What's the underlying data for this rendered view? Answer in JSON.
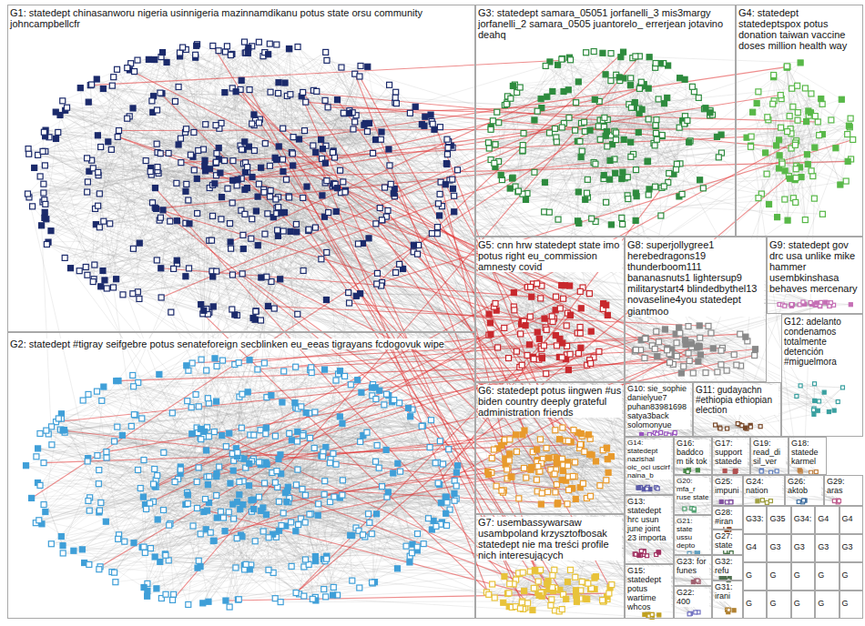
{
  "diagram": {
    "nodes": [
      {
        "text": [
          "G1: statedept chinasanworu nigeria usinnigeria mazinnamdikanu potus state orsu community johncampbellcfr"
        ]
      },
      {
        "text": [
          "G2: statedept #tigray seifgebre potus senateforeign secblinken eu_eeas tigrayans fcdogovuk wipe"
        ]
      },
      {
        "text": [
          "G3: statedept samara_05051 jorfanelli_3 mis3margy jorfanelli_2 samara_0505 juantorelo_ errerjean jotavino deahq"
        ]
      },
      {
        "text": [
          "G4: statedept statedeptspox potus donation taiwan vaccine doses million health way"
        ]
      },
      {
        "text": [
          "G5: cnn hrw statedept state imo potus right eu_commission amnesty covid"
        ]
      },
      {
        "text": [
          "G6: statedept potus iingwen #us biden country deeply grateful administration friends"
        ]
      },
      {
        "text": [
          "G7: usembassywarsaw usambpoland krzysztofbosak statedept nie ma treści profile nich interesujących"
        ]
      },
      {
        "text": [
          "G8: superjollygree1 herebedragons19 thunderboom111 bananasnuts1 lightersup9 militarystart4 blindedbythel13 novaseline4you statedept giantmoo"
        ]
      },
      {
        "text": [
          "G9: statedept gov drc usa unlike mike hammer usembkinshasa behaves mercenary"
        ]
      },
      {
        "text": [
          "G10: sie_sophie danielyue7 puhan83981698 satya3back solomonyue"
        ]
      },
      {
        "text": [
          "G11: gudayachn #ethiopia ethiopian election"
        ]
      },
      {
        "text": [
          "G12: adelanto condenamos totalmente detención #miguelmora"
        ]
      },
      {
        "text": [
          "G14: statedept nazishal oic_oci uscirf naina_b"
        ]
      },
      {
        "text": [
          "G13: statedept hrc usun june joint 23 importa"
        ]
      },
      {
        "text": [
          "G15: statedept potus wartime whcos"
        ]
      },
      {
        "text": [
          "G16: baddcom tik tok"
        ]
      },
      {
        "text": [
          "G17: support statede"
        ]
      },
      {
        "text": [
          "G19: read_di sil_ver"
        ]
      },
      {
        "text": [
          "G18: statede karmel"
        ]
      },
      {
        "text": [
          "G20: mfa_r ruse state"
        ]
      },
      {
        "text": [
          "G25: impuni"
        ]
      },
      {
        "text": [
          "G24: nation"
        ]
      },
      {
        "text": [
          "G26: aktob"
        ]
      },
      {
        "text": [
          "G29: aras"
        ]
      },
      {
        "text": [
          "G21: state ussu depto"
        ]
      },
      {
        "text": [
          "G28: #iran"
        ]
      },
      {
        "text": [
          "G27: state"
        ]
      },
      {
        "text": [
          "G23: for funes"
        ]
      },
      {
        "text": [
          "G32: refu"
        ]
      },
      {
        "text": [
          "G22: 400"
        ]
      },
      {
        "text": [
          "G31: irani"
        ]
      },
      {
        "text": [
          "G33:"
        ]
      },
      {
        "text": [
          "G35"
        ]
      },
      {
        "text": [
          "G34:"
        ]
      },
      {
        "text": [
          "G4"
        ]
      },
      {
        "text": [
          "G4"
        ]
      },
      {
        "text": [
          "G4"
        ]
      },
      {
        "text": [
          "G3"
        ]
      },
      {
        "text": [
          "G3"
        ]
      },
      {
        "text": [
          "G3"
        ]
      },
      {
        "text": [
          "G3"
        ]
      },
      {
        "text": [
          "G"
        ]
      },
      {
        "text": [
          "G"
        ]
      },
      {
        "text": [
          "G"
        ]
      },
      {
        "text": [
          "G"
        ]
      },
      {
        "text": [
          "G"
        ]
      },
      {
        "text": [
          "G"
        ]
      },
      {
        "text": [
          "G"
        ]
      },
      {
        "text": [
          "G"
        ]
      },
      {
        "text": [
          "G"
        ]
      },
      {
        "text": [
          "G"
        ]
      }
    ]
  }
}
